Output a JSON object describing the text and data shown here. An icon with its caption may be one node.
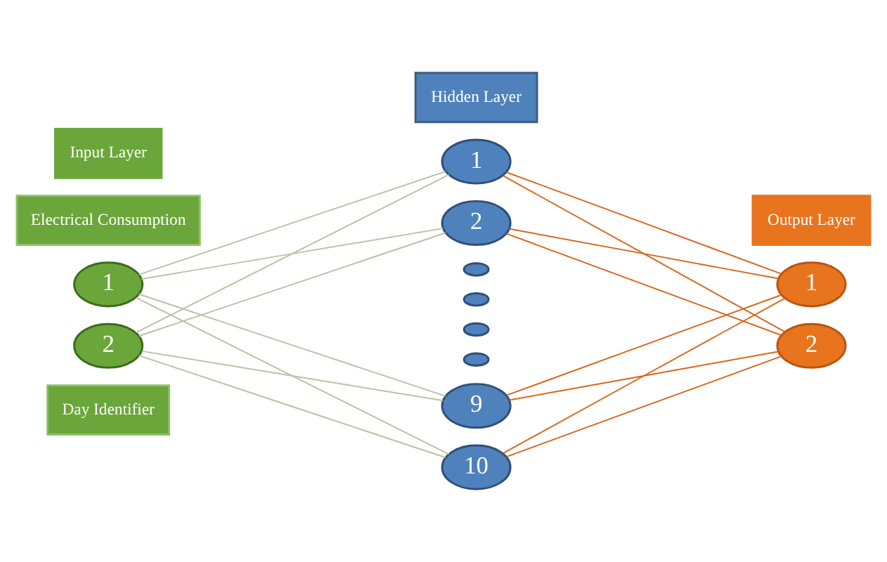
{
  "diagram": {
    "nodes": [
      {
        "text": [
          "Input Layer"
        ]
      },
      {
        "text": [
          "Hidden Layer"
        ]
      },
      {
        "text": [
          "Output Layer"
        ]
      },
      {
        "text": [
          "Electrical Consumption"
        ]
      },
      {
        "text": [
          "1"
        ]
      },
      {
        "text": [
          "2"
        ]
      },
      {
        "text": [
          "Day Identifier"
        ]
      },
      {
        "text": [
          "1"
        ]
      },
      {
        "text": [
          "2"
        ]
      },
      {
        "text": [],
        "shape": "circle"
      },
      {
        "text": [],
        "shape": "circle"
      },
      {
        "text": [],
        "shape": "circle"
      },
      {
        "text": [],
        "shape": "circle"
      },
      {
        "text": [
          "9"
        ]
      },
      {
        "text": [
          "10"
        ]
      },
      {
        "text": [
          "1"
        ]
      },
      {
        "text": [
          "2"
        ]
      }
    ],
    "edges": [
      {
        "from": 4,
        "to": 7,
        "arrow": "none",
        "color": "#b7c4a4"
      },
      {
        "from": 4,
        "to": 8,
        "arrow": "none",
        "color": "#b7c4a4"
      },
      {
        "from": 4,
        "to": 13,
        "arrow": "none",
        "color": "#b7c4a4"
      },
      {
        "from": 4,
        "to": 14,
        "arrow": "none",
        "color": "#b7c4a4"
      },
      {
        "from": 5,
        "to": 7,
        "arrow": "none",
        "color": "#b7c4a4"
      },
      {
        "from": 5,
        "to": 8,
        "arrow": "none",
        "color": "#b7c4a4"
      },
      {
        "from": 5,
        "to": 13,
        "arrow": "none",
        "color": "#b7c4a4"
      },
      {
        "from": 5,
        "to": 14,
        "arrow": "none",
        "color": "#b7c4a4"
      },
      {
        "from": 7,
        "to": 15,
        "arrow": "none",
        "color": "#d9661c"
      },
      {
        "from": 7,
        "to": 16,
        "arrow": "none",
        "color": "#d9661c"
      },
      {
        "from": 8,
        "to": 15,
        "arrow": "none",
        "color": "#d9661c"
      },
      {
        "from": 8,
        "to": 16,
        "arrow": "none",
        "color": "#d9661c"
      },
      {
        "from": 13,
        "to": 15,
        "arrow": "none",
        "color": "#d9661c"
      },
      {
        "from": 13,
        "to": 16,
        "arrow": "none",
        "color": "#d9661c"
      },
      {
        "from": 14,
        "to": 15,
        "arrow": "none",
        "color": "#d9661c"
      },
      {
        "from": 14,
        "to": 16,
        "arrow": "none",
        "color": "#d9661c"
      }
    ]
  }
}
